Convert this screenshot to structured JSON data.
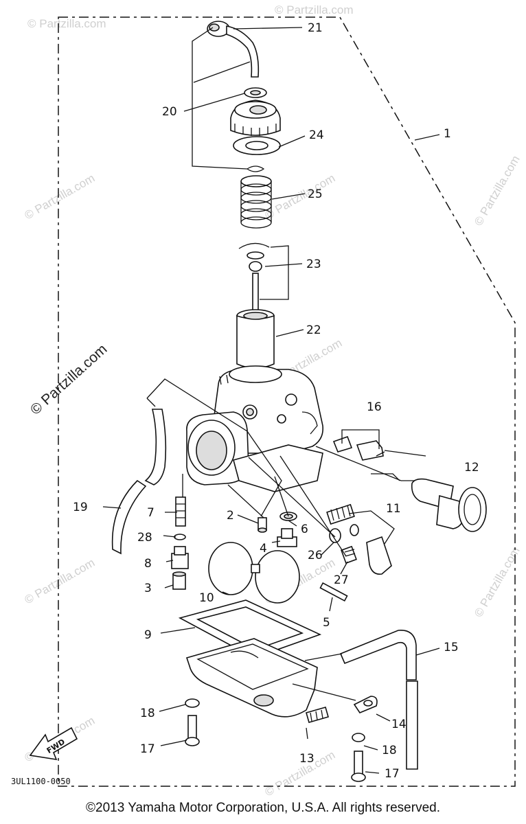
{
  "diagram": {
    "part_numbers": [
      "1",
      "2",
      "3",
      "4",
      "5",
      "6",
      "7",
      "8",
      "9",
      "10",
      "11",
      "12",
      "13",
      "14",
      "15",
      "16",
      "17",
      "17",
      "18",
      "18",
      "19",
      "20",
      "21",
      "22",
      "23",
      "24",
      "25",
      "26",
      "27",
      "28"
    ],
    "drawing_code": "3UL1100-0050",
    "direction_arrow": "FWD",
    "watermark_main": "© Partzilla.com",
    "watermark_small": "© Partzilla.com",
    "copyright": "©2013 Yamaha Motor Corporation, U.S.A. All rights reserved."
  }
}
